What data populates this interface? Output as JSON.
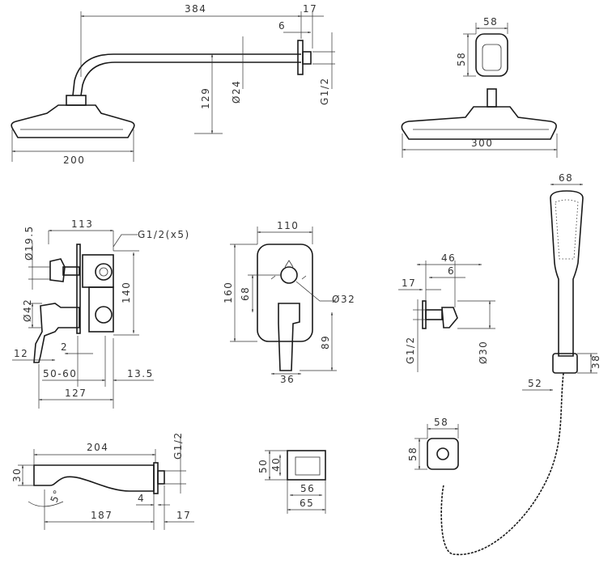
{
  "overhead_shower_side": {
    "arm_length": "384",
    "flange_depth": "17",
    "flange_gap": "6",
    "drop": "129",
    "arm_diameter": "Ø24",
    "thread": "G1/2",
    "head_width": "200"
  },
  "overhead_shower_front": {
    "bracket_width": "58",
    "bracket_height": "58",
    "head_width": "300"
  },
  "mixer_side": {
    "depth": "113",
    "threads": "G1/2(x5)",
    "knob_diameter": "Ø19.5",
    "height": "140",
    "handle_diameter": "Ø42",
    "plate": "2",
    "handle_width": "12",
    "wall_range": "50-60",
    "body_offset": "13.5",
    "total_depth": "127"
  },
  "mixer_front": {
    "width": "110",
    "height": "160",
    "knob_height": "68",
    "knob_diameter": "Ø32",
    "handle_height": "89",
    "handle_width": "36"
  },
  "wall_outlet_side": {
    "length": "46",
    "gap": "6",
    "flange": "17",
    "thread": "G1/2",
    "diameter": "Ø30"
  },
  "hand_shower": {
    "head_width": "68",
    "holder_height": "38",
    "holder_depth": "52"
  },
  "wall_outlet_front": {
    "width": "58",
    "height": "58"
  },
  "spout": {
    "length": "204",
    "thread": "G1/2",
    "height": "30",
    "angle": "5°",
    "plate": "4",
    "reach": "187",
    "flange": "17"
  },
  "overflow": {
    "height": "50",
    "inner_height": "40",
    "inner_width": "56",
    "width": "65"
  }
}
